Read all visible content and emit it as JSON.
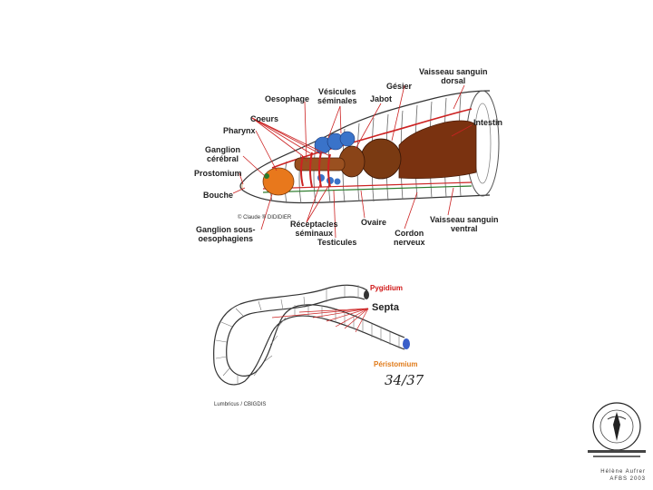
{
  "top_diagram": {
    "labels": {
      "vaisseau_dorsal": "Vaisseau sanguin\ndorsal",
      "gesier": "Gésier",
      "vesicules": "Vésicules\nséminales",
      "oesophage": "Oesophage",
      "jabot": "Jabot",
      "intestin": "Intestin",
      "coeurs": "Coeurs",
      "pharynx": "Pharynx",
      "ganglion_cerebral": "Ganglion\ncérébral",
      "prostomium": "Prostomium",
      "bouche": "Bouche",
      "copyright": "© Claude ® DIDIDIER",
      "ganglion_sous": "Ganglion sous-\noesophagiens",
      "receptacles": "Réceptacles\nséminaux",
      "ovaire": "Ovaire",
      "testicules": "Testicules",
      "cordon": "Cordon\nnerveux",
      "vaisseau_ventral": "Vaisseau sanguin\nventral"
    }
  },
  "bottom_diagram": {
    "labels": {
      "pygidium": "Pygidium",
      "septa": "Septa",
      "peristomium": "Péristomium",
      "source": "Lumbricus / CBIGDIS",
      "handwritten": "34/37"
    }
  },
  "credit": {
    "line1": "Hélène Aufrer",
    "line2": "AFBS 2003"
  },
  "colors": {
    "label_red": "#d01818",
    "pointer_red": "#cc2222",
    "pygidium_label": "#d01818",
    "peristomium_label": "#e07b1a",
    "intestine_brown": "#7a3210",
    "seminal_blue": "#3a73c9",
    "pharynx_orange": "#e8781c"
  }
}
